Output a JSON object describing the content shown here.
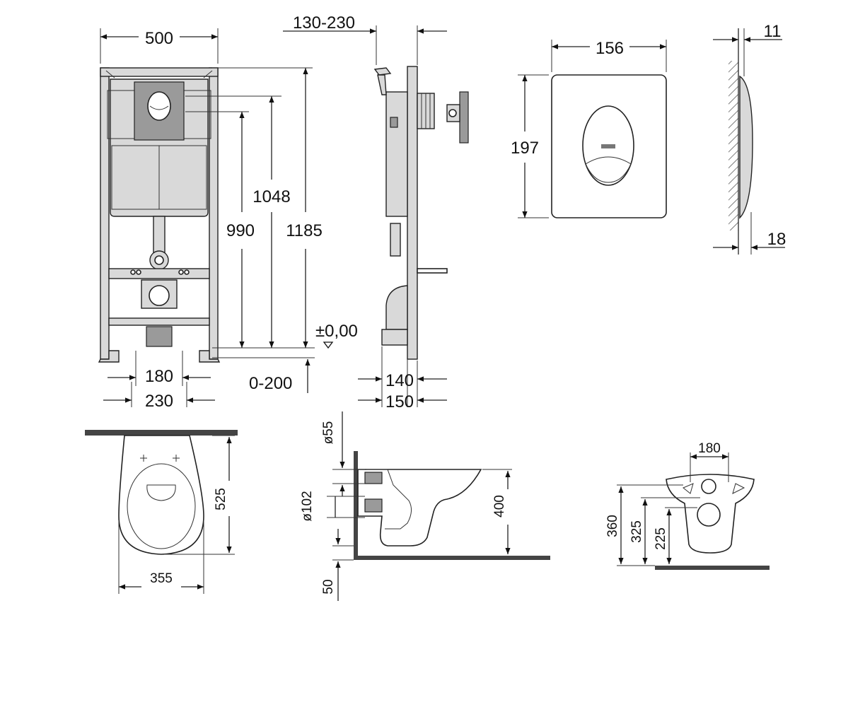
{
  "frame_front": {
    "width": "500",
    "height_outlet": "990",
    "height_button": "1048",
    "height_total": "1185",
    "floor_level": "±0,00",
    "leg_adjust": "0-200",
    "bolt_spacing_inner": "180",
    "bolt_spacing_outer": "230"
  },
  "frame_side": {
    "wall_depth": "130-230",
    "depth_a": "140",
    "depth_b": "150"
  },
  "flush_plate": {
    "width": "156",
    "height": "197",
    "thickness_top": "11",
    "thickness_bottom": "18"
  },
  "bowl_top": {
    "length": "525",
    "width": "355"
  },
  "bowl_side": {
    "inlet_diameter": "ø55",
    "outlet_diameter": "ø102",
    "height": "400",
    "floor_offset": "50"
  },
  "bowl_rear": {
    "bolt_spacing": "180",
    "height_top": "360",
    "height_inlet": "325",
    "height_outlet": "225"
  }
}
